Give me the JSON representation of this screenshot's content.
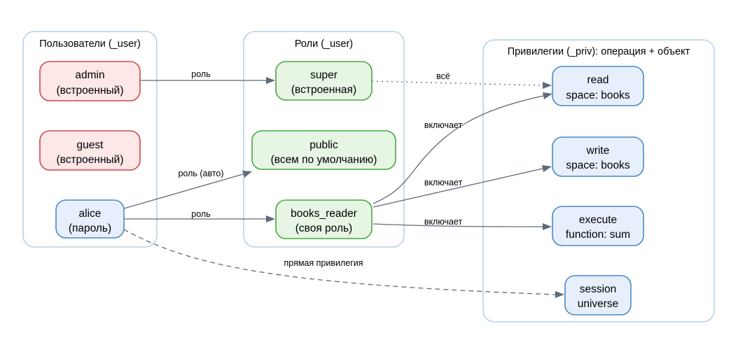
{
  "colors": {
    "user_fill": "#fde7e7",
    "user_stroke": "#d0474a",
    "role_fill": "#e6f5e4",
    "role_stroke": "#47a93f",
    "priv_fill": "#e6effb",
    "priv_stroke": "#4a88c7",
    "cluster_stroke": "#a9c6e8",
    "edge": "#5f6b7a"
  },
  "clusters": {
    "users": {
      "title": "Пользователи (_user)"
    },
    "roles": {
      "title": "Роли (_user)"
    },
    "privileges": {
      "title": "Привилегии (_priv): операция + объект"
    }
  },
  "nodes": {
    "admin": {
      "line1": "admin",
      "line2": "(встроенный)"
    },
    "guest": {
      "line1": "guest",
      "line2": "(встроенный)"
    },
    "alice": {
      "line1": "alice",
      "line2": "(пароль)"
    },
    "super": {
      "line1": "super",
      "line2": "(встроенная)"
    },
    "public": {
      "line1": "public",
      "line2": "(всем по умолчанию)"
    },
    "books_reader": {
      "line1": "books_reader",
      "line2": "(своя роль)"
    },
    "read": {
      "line1": "read",
      "line2": "space: books"
    },
    "write": {
      "line1": "write",
      "line2": "space: books"
    },
    "execute": {
      "line1": "execute",
      "line2": "function: sum"
    },
    "session": {
      "line1": "session",
      "line2": "universe"
    }
  },
  "edges": {
    "admin_super": "роль",
    "super_read": "всё",
    "alice_public": "роль (авто)",
    "alice_books_reader": "роль",
    "br_read": "включает",
    "br_write": "включает",
    "br_execute": "включает",
    "alice_session": "прямая привилегия"
  }
}
